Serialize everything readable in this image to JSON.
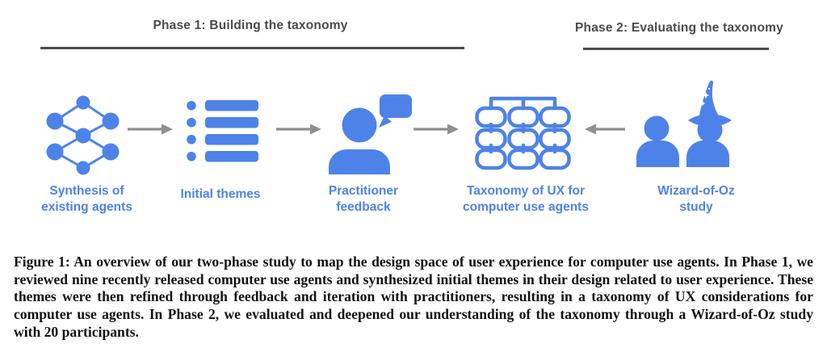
{
  "colors": {
    "accent": "#4d83e8",
    "arrow_gray": "#8f8f8f",
    "heading_gray": "#4b4b4b",
    "caption_black": "#121212"
  },
  "phases": [
    {
      "label": "Phase 1: Building the taxonomy"
    },
    {
      "label": "Phase 2: Evaluating the taxonomy"
    }
  ],
  "steps": [
    {
      "icon": "network-graph-icon",
      "label": "Synthesis of\nexisting agents"
    },
    {
      "icon": "bullet-list-icon",
      "label": "Initial themes"
    },
    {
      "icon": "practitioner-feedback-icon",
      "label": "Practitioner\nfeedback"
    },
    {
      "icon": "taxonomy-chart-icon",
      "label": "Taxonomy of UX for\ncomputer use agents"
    },
    {
      "icon": "wizard-of-oz-icon",
      "label": "Wizard-of-Oz\nstudy"
    }
  ],
  "arrows": [
    {
      "direction": "right"
    },
    {
      "direction": "right"
    },
    {
      "direction": "right"
    },
    {
      "direction": "left"
    }
  ],
  "caption": "Figure 1: An overview of our two-phase study to map the design space of user experience for computer use agents. In Phase 1, we reviewed nine recently released computer use agents and synthesized initial themes in their design related to user experience. These themes were then refined through feedback and iteration with practitioners, resulting in a taxonomy of UX considerations for computer use agents. In Phase 2, we evaluated and deepened our understanding of the taxonomy through a Wizard-of-Oz study with 20 participants."
}
